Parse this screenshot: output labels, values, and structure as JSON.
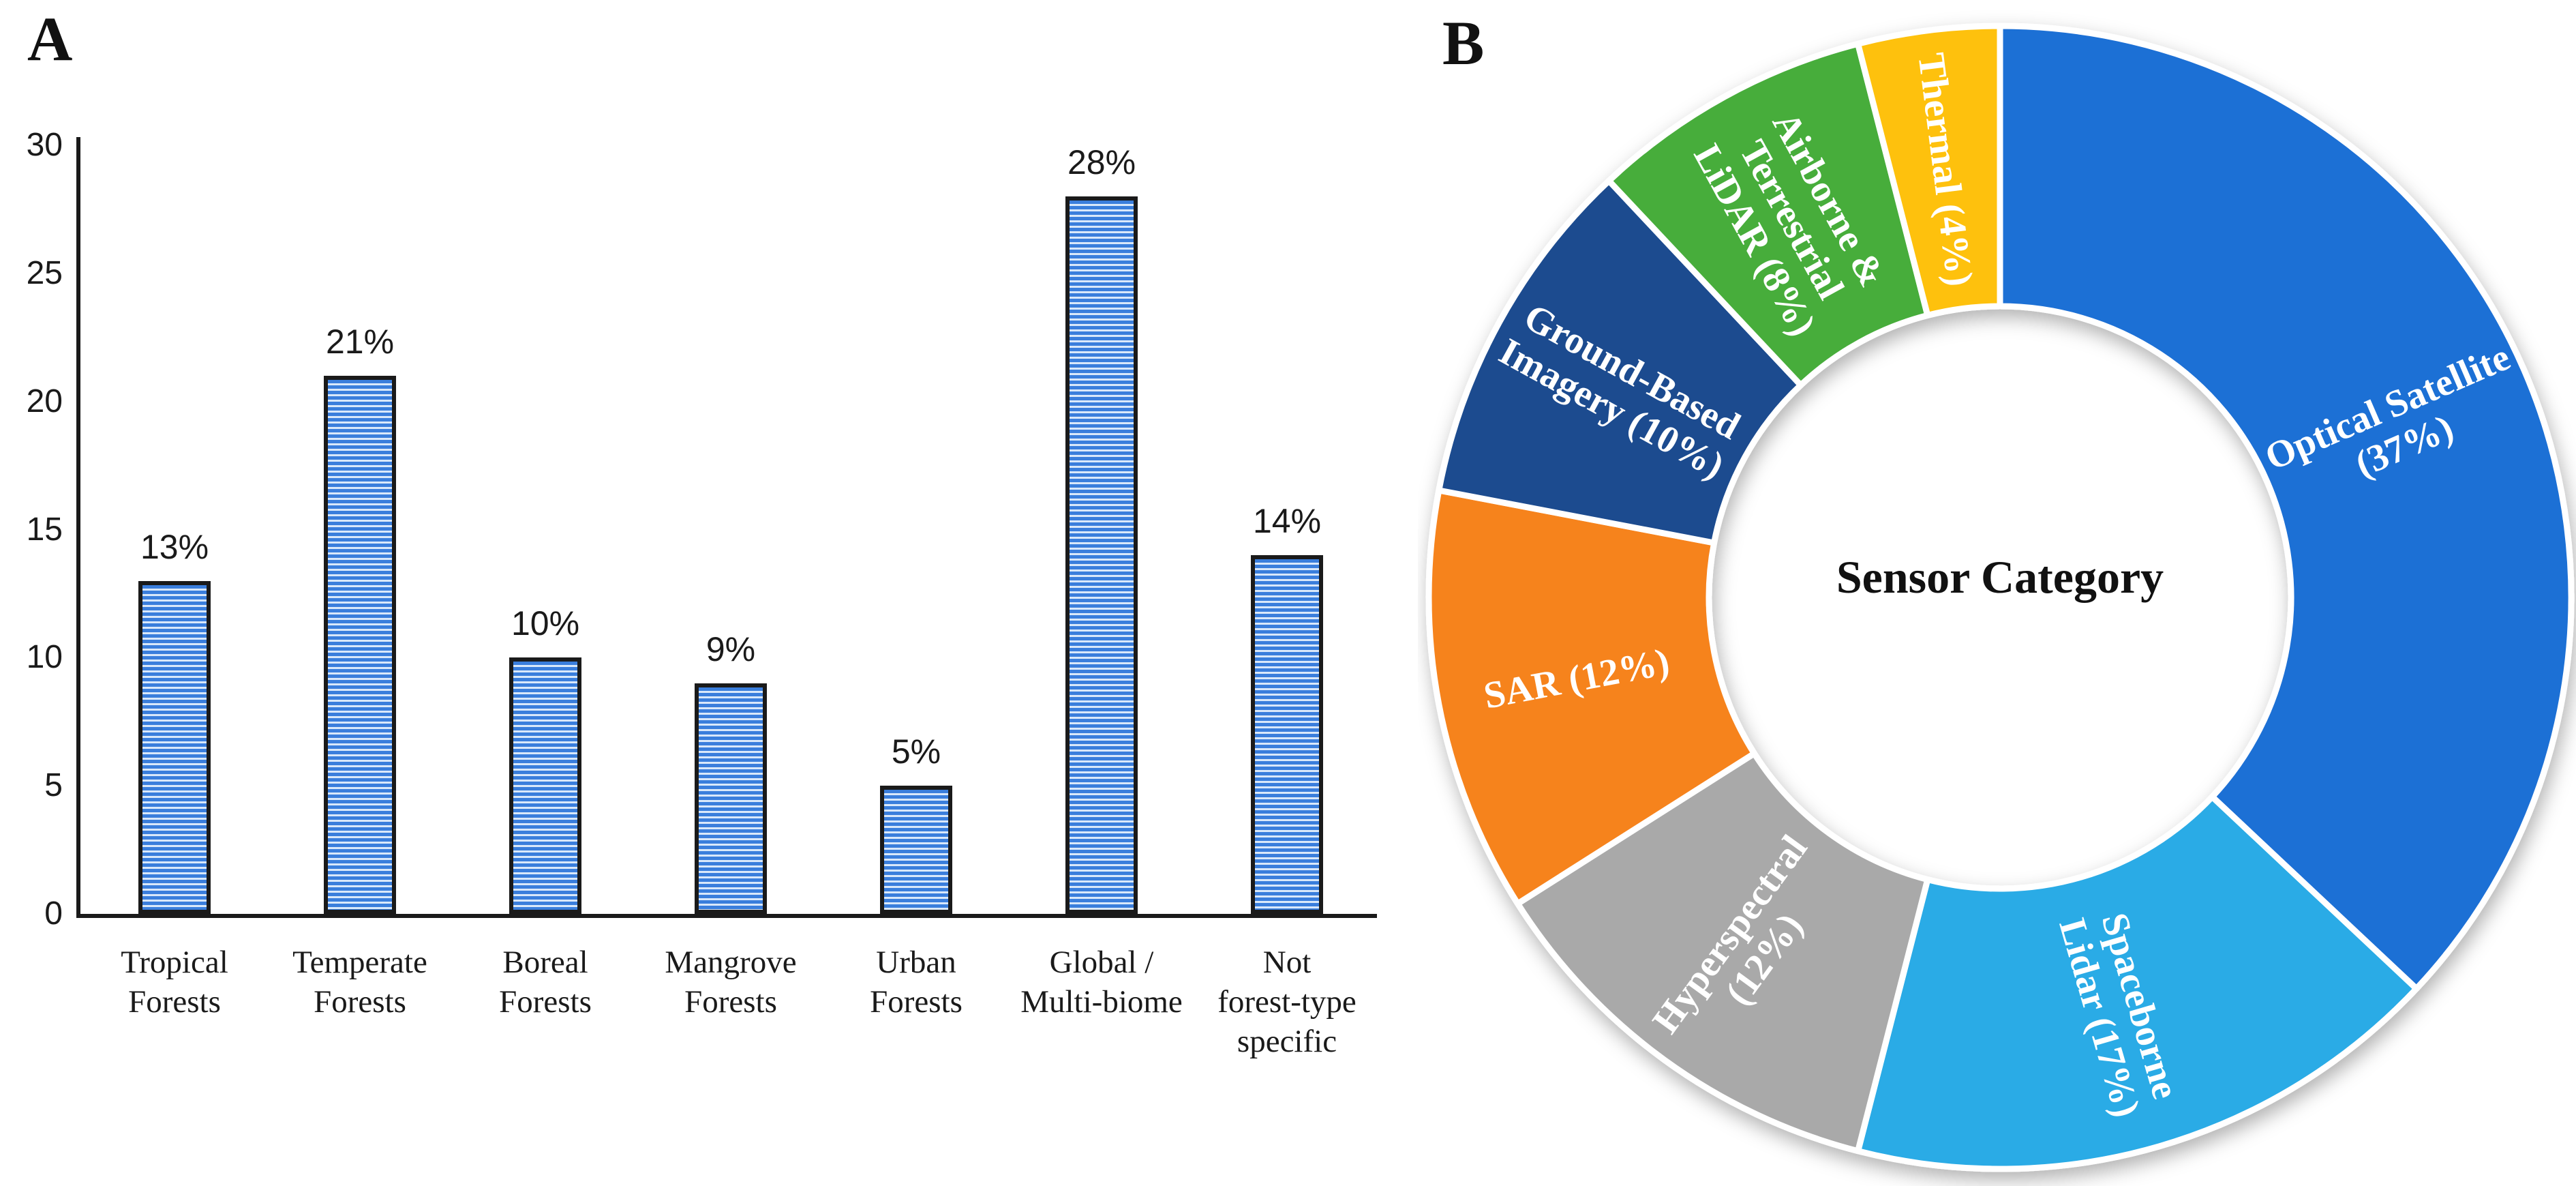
{
  "figure": {
    "panel_a_label": "A",
    "panel_b_label": "B",
    "background_color": "#ffffff"
  },
  "chart_data": [
    {
      "type": "bar",
      "panel": "A",
      "title": "",
      "xlabel": "",
      "ylabel": "",
      "ylim": [
        0,
        30
      ],
      "yticks": [
        "0",
        "5",
        "10",
        "15",
        "20",
        "25",
        "30"
      ],
      "grid": false,
      "categories": [
        "Tropical Forests",
        "Temperate Forests",
        "Boreal Forests",
        "Mangrove Forests",
        "Urban Forests",
        "Global / Multi-biome",
        "Not forest-type specific"
      ],
      "category_label_lines": [
        [
          "Tropical",
          "Forests"
        ],
        [
          "Temperate",
          "Forests"
        ],
        [
          "Boreal",
          "Forests"
        ],
        [
          "Mangrove",
          "Forests"
        ],
        [
          "Urban",
          "Forests"
        ],
        [
          "Global /",
          "Multi-biome"
        ],
        [
          "Not",
          "forest-type",
          "specific"
        ]
      ],
      "values": [
        13,
        21,
        10,
        9,
        5,
        28,
        14
      ],
      "value_labels": [
        "13%",
        "21%",
        "10%",
        "9%",
        "5%",
        "28%",
        "14%"
      ],
      "bar_style": {
        "stripe_dark_color": "#3a7edc",
        "stripe_light_color": "#d9e8fa",
        "border_color": "#1a1a1a"
      },
      "axis_color": "#1a1a1a",
      "text_color": "#1a1a1a"
    },
    {
      "type": "pie",
      "subtype": "donut",
      "panel": "B",
      "title": "Sensor Category",
      "start_angle_deg": 0,
      "direction": "clockwise",
      "hole_ratio": 0.51,
      "segment_gap_color": "#ffffff",
      "label_text_color": "#ffffff",
      "title_color": "#111111",
      "legend_position": "none",
      "segments": [
        {
          "name": "Optical Satellite",
          "value_pct": 37,
          "color": "#1e6fd5",
          "label": "Optical Satellite (37%)",
          "label_lines": [
            "Optical Satellite",
            "(37%)"
          ]
        },
        {
          "name": "Spaceborne Lidar",
          "value_pct": 17,
          "color": "#29abe6",
          "label": "Spaceborne Lidar (17%)",
          "label_lines": [
            "Spaceborne",
            "Lidar (17%)"
          ]
        },
        {
          "name": "Hyperspectral",
          "value_pct": 12,
          "color": "#a9a9a9",
          "label": "Hyperspectral (12%)",
          "label_lines": [
            "Hyperspectral",
            "(12%)"
          ]
        },
        {
          "name": "SAR",
          "value_pct": 12,
          "color": "#f6831f",
          "label": "SAR (12%)",
          "label_lines": [
            "SAR (12%)"
          ]
        },
        {
          "name": "Ground-Based Imagery",
          "value_pct": 10,
          "color": "#1b4b8f",
          "label": "Ground-Based Imagery (10%)",
          "label_lines": [
            "Ground-Based",
            "Imagery (10%)"
          ]
        },
        {
          "name": "Airborne & Terrestrial LiDAR",
          "value_pct": 8,
          "color": "#47ad3b",
          "label": "Airborne & Terrestrial LiDAR (8%)",
          "label_lines": [
            "Airborne &",
            "Terrestrial",
            "LiDAR (8%)"
          ]
        },
        {
          "name": "Thermal",
          "value_pct": 4,
          "color": "#fec107",
          "label": "Thermal (4%)",
          "label_lines": [
            "Thermal (4%)"
          ]
        }
      ]
    }
  ]
}
